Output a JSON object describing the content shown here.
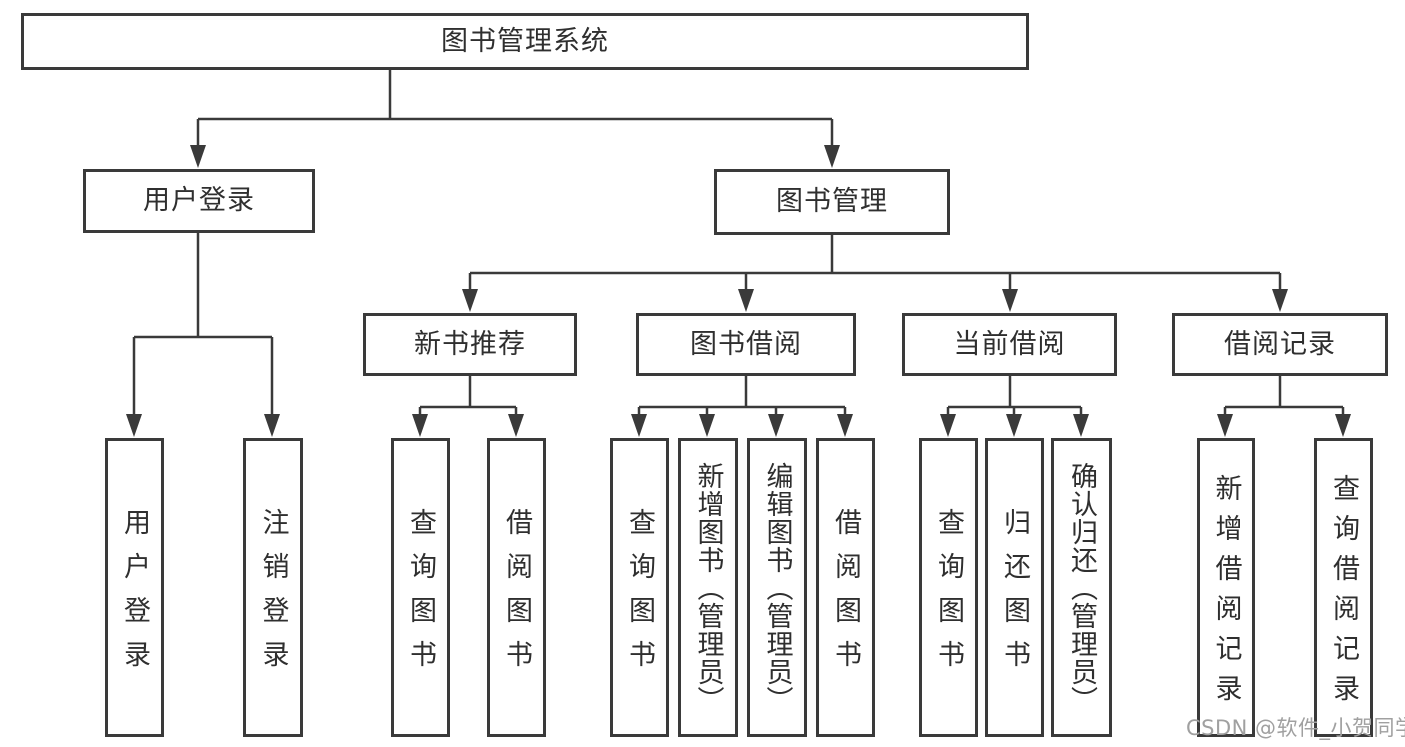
{
  "nodes": {
    "system": "图书管理系统",
    "user_login": "用户登录",
    "book_mgmt": "图书管理",
    "new_book_rec": "新书推荐",
    "book_borrow": "图书借阅",
    "current_borrow": "当前借阅",
    "borrow_record": "借阅记录",
    "login": "用户登录",
    "logout": "注销登录",
    "rec_query_book": "查询图书",
    "rec_borrow_book": "借阅图书",
    "bb_query_book": "查询图书",
    "bb_add_book": "新增图书（管理员）",
    "bb_edit_book": "编辑图书（管理员）",
    "bb_borrow_book": "借阅图书",
    "cb_query_book": "查询图书",
    "cb_return_book": "归还图书",
    "cb_confirm_return": "确认归还（管理员）",
    "br_add_record": "新增借阅记录",
    "br_query_record": "查询借阅记录"
  },
  "hierarchy": {
    "图书管理系统": [
      "用户登录",
      "图书管理"
    ],
    "用户登录": [
      "用户登录",
      "注销登录"
    ],
    "图书管理": [
      "新书推荐",
      "图书借阅",
      "当前借阅",
      "借阅记录"
    ],
    "新书推荐": [
      "查询图书",
      "借阅图书"
    ],
    "图书借阅": [
      "查询图书",
      "新增图书（管理员）",
      "编辑图书（管理员）",
      "借阅图书"
    ],
    "当前借阅": [
      "查询图书",
      "归还图书",
      "确认归还（管理员）"
    ],
    "借阅记录": [
      "新增借阅记录",
      "查询借阅记录"
    ]
  },
  "watermark": {
    "text": "CSDN @软件_小贺同学"
  },
  "colors": {
    "line": "#3a3a3a",
    "box_background": "#ffffff",
    "text": "#2f2f2f",
    "watermark": "#a0a0a0"
  }
}
